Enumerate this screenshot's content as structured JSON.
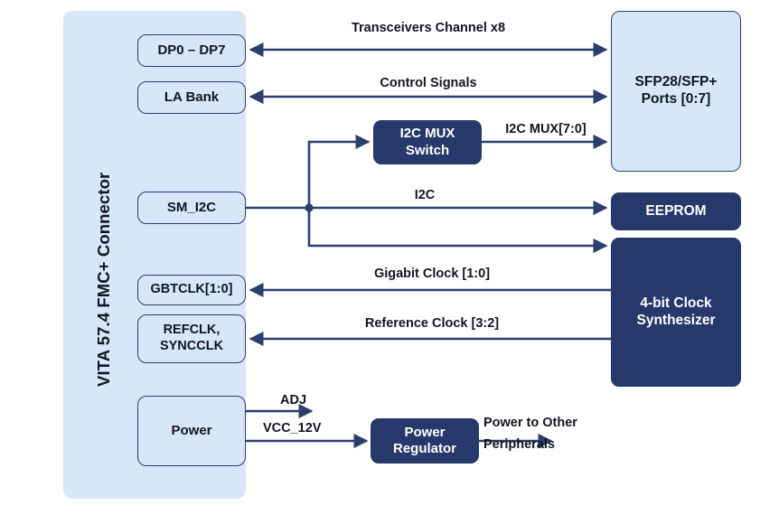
{
  "diagram": {
    "title": "VITA 57.4 FMC+ Connector Block Diagram",
    "colors": {
      "light_block": "#d6e7f8",
      "dark_block": "#27386b",
      "line": "#2b3f6e",
      "text": "#12161f",
      "background": "#ffffff"
    }
  },
  "connector_panel": {
    "label": "VITA 57.4 FMC+ Connector"
  },
  "connector_blocks": [
    {
      "id": "dp0-dp7",
      "label": "DP0 – DP7"
    },
    {
      "id": "la-bank",
      "label": "LA Bank"
    },
    {
      "id": "sm-i2c",
      "label": "SM_I2C"
    },
    {
      "id": "gbtclk",
      "label": "GBTCLK[1:0]"
    },
    {
      "id": "refclk",
      "label": "REFCLK,\nSYNCCLK"
    },
    {
      "id": "power",
      "label": "Power"
    }
  ],
  "peripheral_blocks": [
    {
      "id": "sfp-ports",
      "label": "SFP28/SFP+\nPorts [0:7]",
      "style": "light"
    },
    {
      "id": "i2c-mux-switch",
      "label": "I2C MUX\nSwitch",
      "style": "dark"
    },
    {
      "id": "eeprom",
      "label": "EEPROM",
      "style": "dark"
    },
    {
      "id": "clock-synth",
      "label": "4-bit Clock\nSynthesizer",
      "style": "dark"
    },
    {
      "id": "power-regulator",
      "label": "Power\nRegulator",
      "style": "dark"
    }
  ],
  "signal_labels": {
    "transceivers": "Transceivers Channel x8",
    "control_signals": "Control Signals",
    "i2c_mux_bus": "I2C MUX[7:0]",
    "i2c": "I2C",
    "gigabit_clock": "Gigabit Clock [1:0]",
    "reference_clock": "Reference Clock [3:2]",
    "adj": "ADJ",
    "vcc_12v": "VCC_12V",
    "power_out_line1": "Power to Other",
    "power_out_line2": "Peripherals"
  }
}
